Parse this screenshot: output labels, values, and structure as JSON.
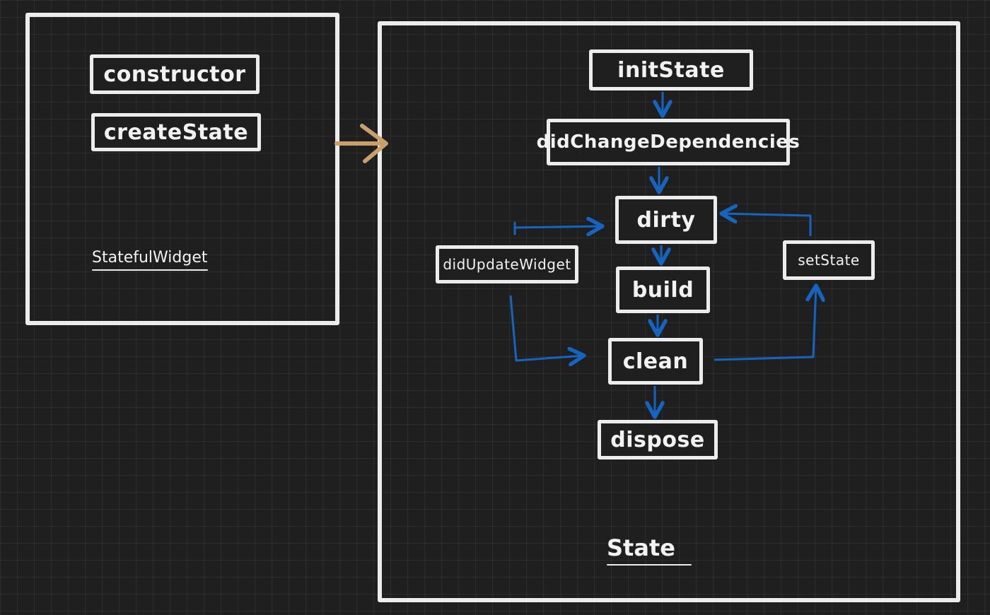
{
  "stateful_widget": {
    "constructor_label": "constructor",
    "create_state_label": "createState",
    "title": "StatefulWidget"
  },
  "state": {
    "title": "State",
    "nodes": {
      "init_state": "initState",
      "did_change_dependencies": "didChangeDependencies",
      "dirty": "dirty",
      "build": "build",
      "clean": "clean",
      "dispose": "dispose",
      "did_update_widget": "didUpdateWidget",
      "set_state": "setState"
    }
  },
  "colors": {
    "background": "#1f1f1f",
    "stroke": "#ececec",
    "flow_arrow": "#1565c0",
    "link_arrow": "#c9a06a"
  }
}
